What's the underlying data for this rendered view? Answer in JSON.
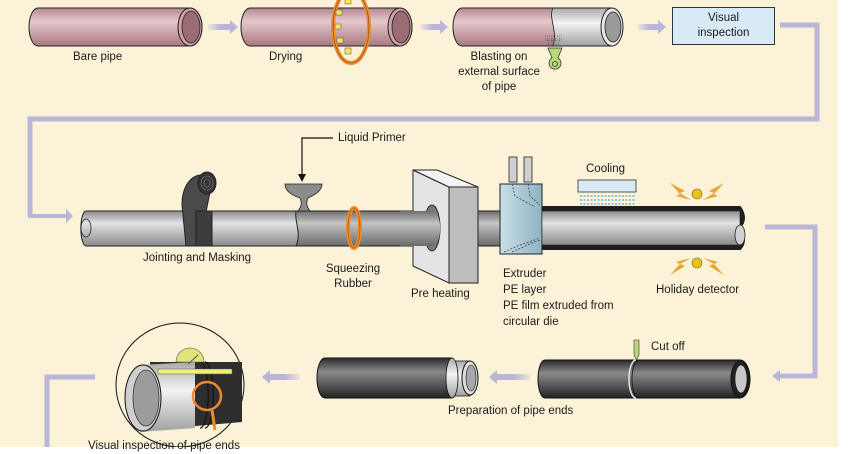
{
  "diagram": {
    "title": "Pipe coating process flow",
    "colors": {
      "background": "#fbf2d8",
      "flow_arrow": "#b9b6da",
      "bare_pipe": "#c89aa3",
      "coated_pipe": "#3c3c3c",
      "steel_pipe": "#b8b8b8",
      "inspection_box": "#d9eaf7",
      "accent_orange": "#ef8a2e",
      "detector_yellow": "#e8b61c",
      "blast_nozzle": "#b7d77a"
    },
    "steps": {
      "bare_pipe": "Bare pipe",
      "drying": "Drying",
      "blasting": [
        "Blasting on",
        "external surface",
        "of pipe"
      ],
      "visual_inspection": [
        "Visual",
        "inspection"
      ],
      "jointing_masking": "Jointing and Masking",
      "liquid_primer": "Liquid Primer",
      "squeezing_rubber": [
        "Squeezing",
        "Rubber"
      ],
      "pre_heating": "Pre heating",
      "extruder": [
        "Extruder",
        "PE layer",
        "PE film extruded from",
        "circular die"
      ],
      "cooling": "Cooling",
      "holiday_detector": "Holiday detector",
      "cut_off": "Cut off",
      "preparation_pipe_ends": "Preparation of pipe ends",
      "visual_inspection_pipe_ends": "Visual inspection of pipe ends"
    }
  }
}
